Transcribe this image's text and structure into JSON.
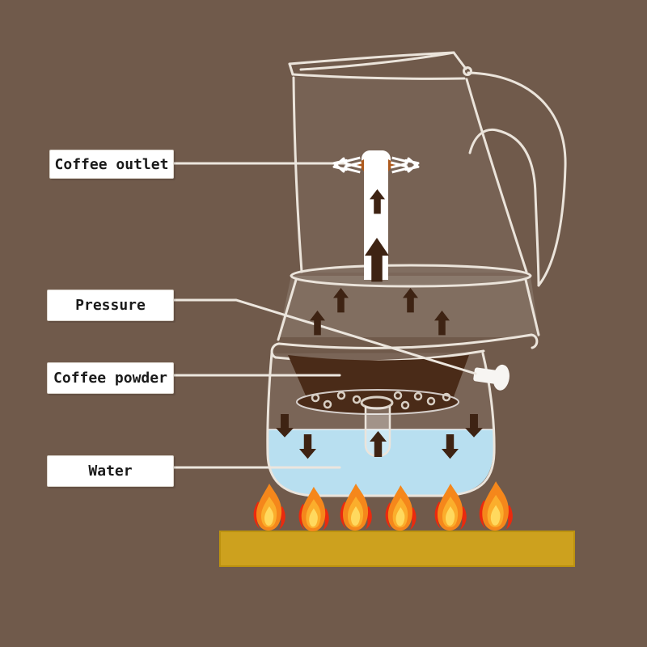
{
  "diagram": {
    "subject": "moka-pot-brewing-diagram",
    "labels": {
      "coffee_outlet": "Coffee outlet",
      "pressure": "Pressure",
      "coffee_powder": "Coffee powder",
      "water": "Water"
    },
    "icons": {
      "flame_icon_count": 6,
      "steam_up_arrow_count": 4,
      "heat_down_arrow_count": 4,
      "coffee_up_arrow_count": 3,
      "splash_arrow_count": 4
    },
    "colors": {
      "background": "#705A4B",
      "label_box": "#FFFFFF",
      "label_border": "#DCD6CE",
      "label_text": "#1A1A1A",
      "outline": "#EBE4DB",
      "leader_line": "#ECE6DE",
      "arrow_dark": "#3E2313",
      "coffee_powder": "#4A2B18",
      "coffee_stain": "#AD5A1E",
      "hole_light": "#D8CFC4",
      "water": "#B8DFF0",
      "tube_white": "#FFFFFF",
      "valve_white": "#F7F5F2",
      "flame_red": "#EA2A0E",
      "flame_orange": "#F5871B",
      "flame_yellow": "#FFD95E",
      "stove": "#CDA11E"
    }
  }
}
